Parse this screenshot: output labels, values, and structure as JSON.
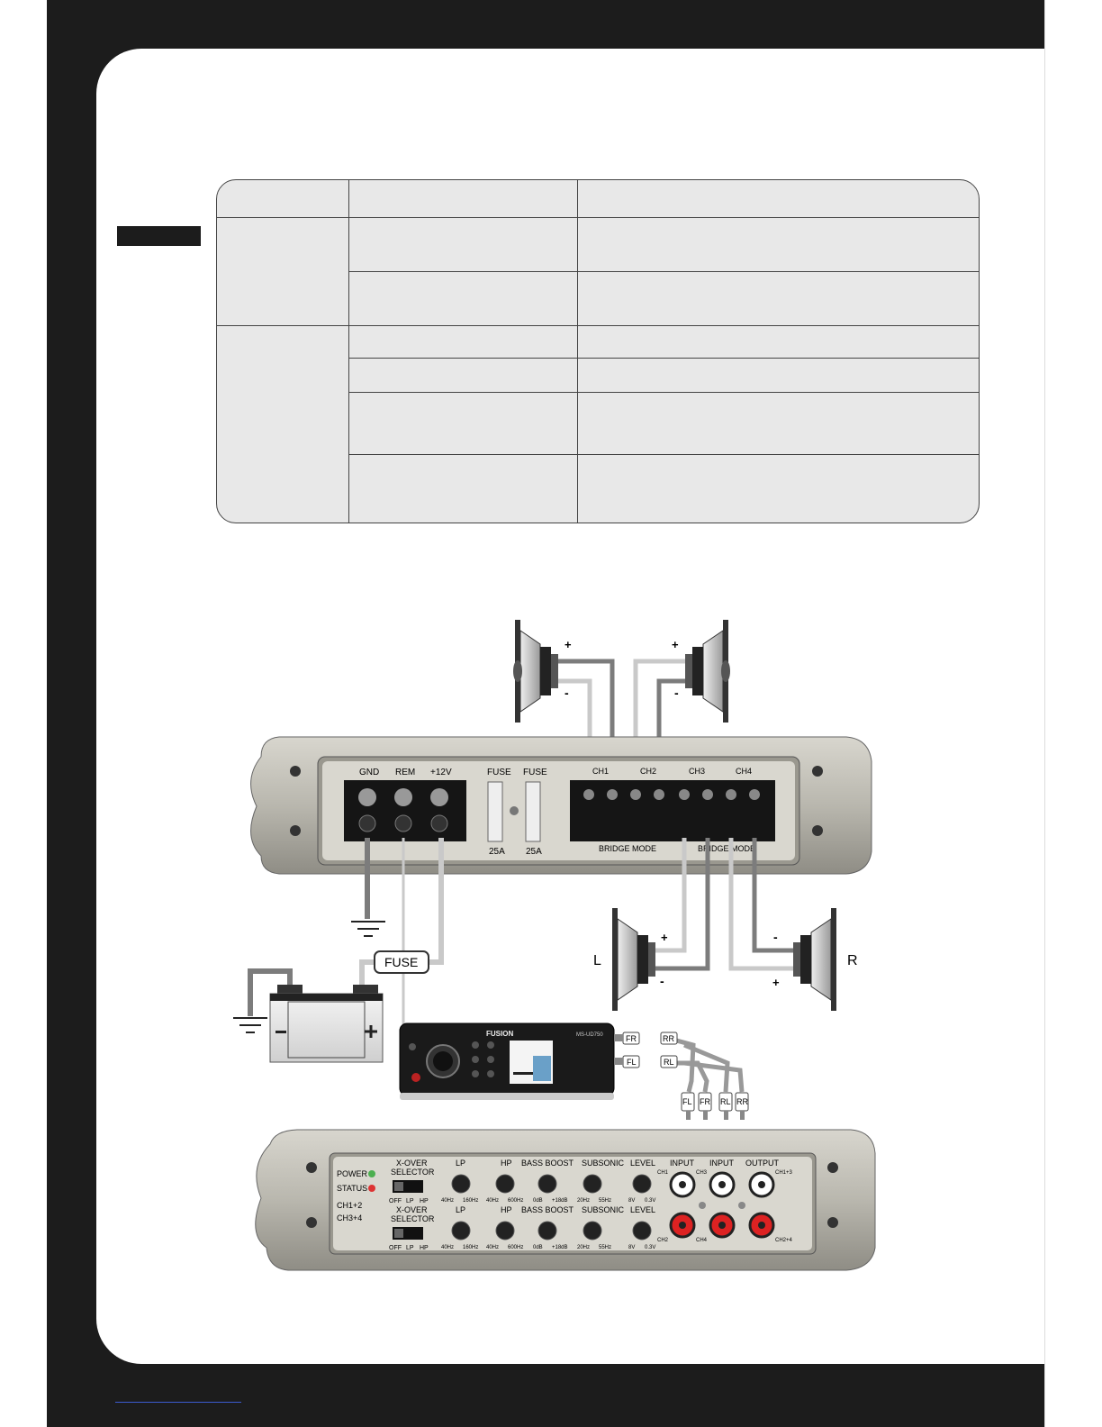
{
  "amp_top": {
    "power_labels": [
      "GND",
      "REM",
      "+12V"
    ],
    "fuse_labels": [
      "FUSE",
      "FUSE"
    ],
    "fuse_ratings": [
      "25A",
      "25A"
    ],
    "channel_labels": [
      "CH1",
      "CH2",
      "CH3",
      "CH4"
    ],
    "bridge_mode": "BRIDGE MODE"
  },
  "speakers": {
    "plus": "+",
    "minus": "-",
    "left": "L",
    "right": "R"
  },
  "inline_fuse": "FUSE",
  "head_unit": {
    "brand": "FUSION",
    "model": "MS-UD750"
  },
  "rca": {
    "plug_labels": [
      "FR",
      "RR",
      "FL",
      "RL"
    ],
    "output_labels": [
      "FL",
      "FR",
      "RL",
      "RR"
    ]
  },
  "amp_front": {
    "indicators": [
      "POWER",
      "STATUS"
    ],
    "xover_title_line1": "X-OVER",
    "xover_title_line2": "SELECTOR",
    "xover_positions": [
      "OFF",
      "LP",
      "HP"
    ],
    "channel_groups": [
      "CH1+2",
      "CH3+4"
    ],
    "knobs": [
      {
        "name": "LP",
        "min": "40Hz",
        "max": "160Hz"
      },
      {
        "name": "HP",
        "min": "40Hz",
        "max": "600Hz"
      },
      {
        "name": "BASS BOOST",
        "min": "0dB",
        "max": "+18dB"
      },
      {
        "name": "SUBSONIC",
        "min": "20Hz",
        "max": "55Hz"
      },
      {
        "name": "LEVEL",
        "min": "8V",
        "max": "0.3V"
      }
    ],
    "io_titles": [
      "INPUT",
      "INPUT",
      "OUTPUT"
    ],
    "top_jack_labels": [
      "CH1",
      "CH3",
      "CH1+3"
    ],
    "bottom_jack_labels": [
      "CH2",
      "CH4",
      "CH2+4"
    ]
  },
  "colors": {
    "frame": "#1c1c1c",
    "table_fill": "#e8e8e8",
    "amp_body": "#b9b7ae",
    "wire_dark": "#7c7c7c",
    "wire_light": "#c9c9c9"
  }
}
